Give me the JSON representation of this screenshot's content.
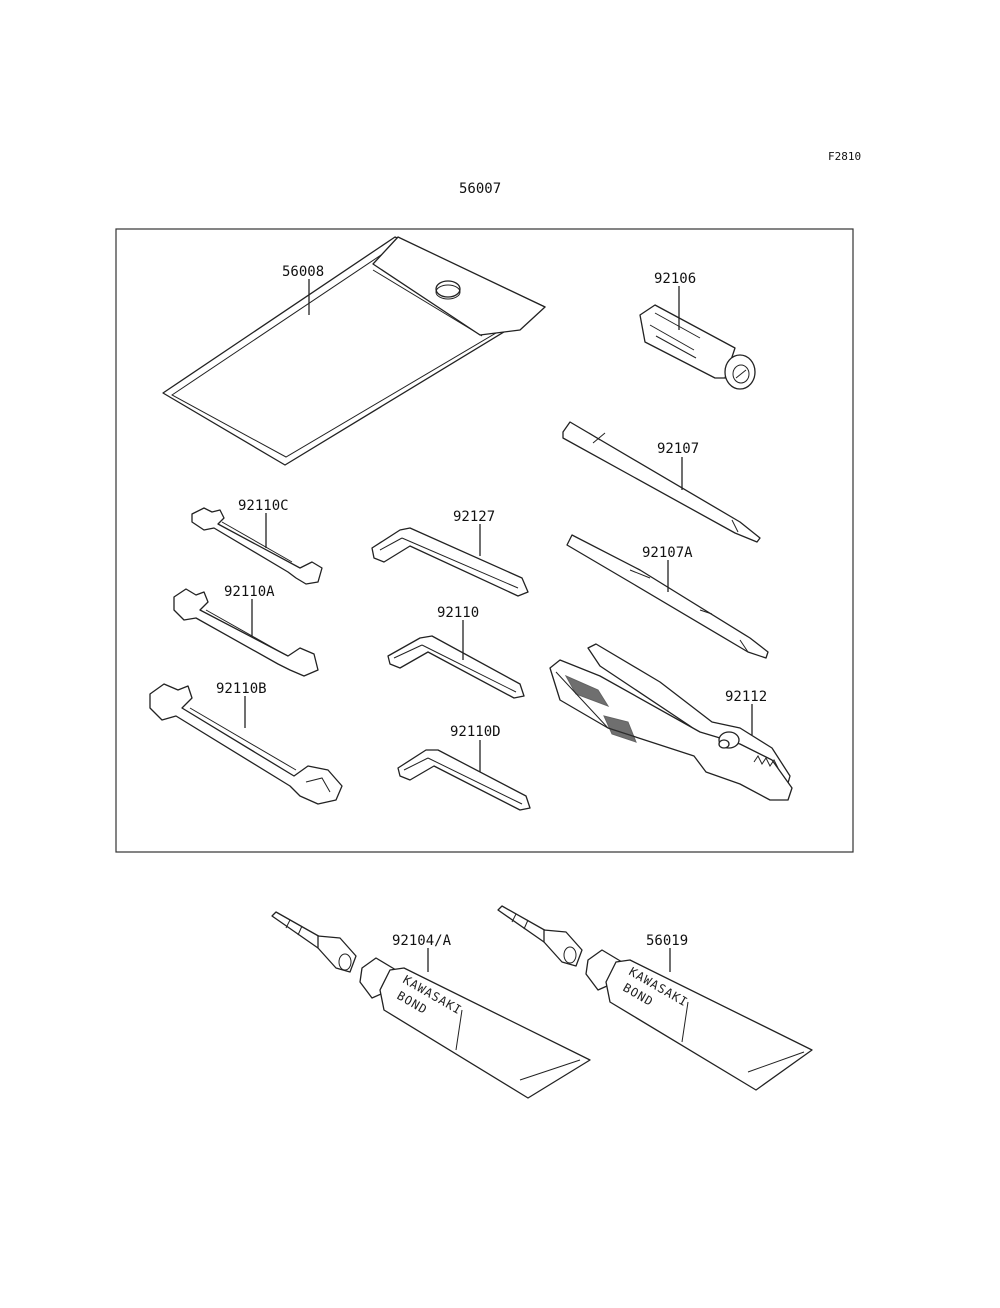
{
  "figure_code": "F2810",
  "set_part_number": "56007",
  "part_labels": {
    "p56008": "56008",
    "p92106": "92106",
    "p92107": "92107",
    "p92107A": "92107A",
    "p92110C": "92110C",
    "p92110A": "92110A",
    "p92110B": "92110B",
    "p92127": "92127",
    "p92110": "92110",
    "p92110D": "92110D",
    "p92112": "92112",
    "p92104A": "92104/A",
    "p56019": "56019"
  },
  "tube_markings": {
    "brand": "KAWASAKI",
    "product": "BOND"
  },
  "colors": {
    "line": "#222222",
    "background": "#ffffff",
    "frame": "#333333"
  }
}
